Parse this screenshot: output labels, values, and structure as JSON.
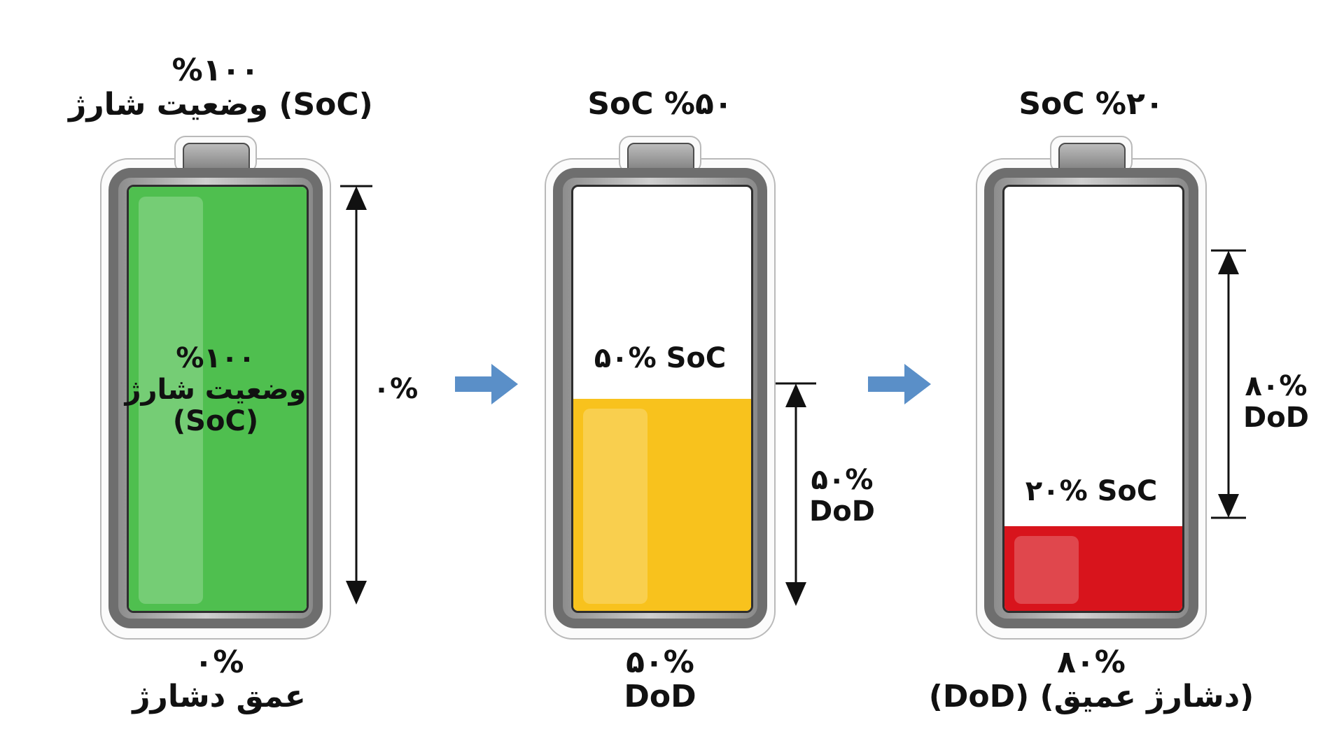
{
  "colors": {
    "green": "#4fbf4f",
    "yellow": "#f8c21d",
    "red": "#d8141c",
    "arrow": "#5a8fc8"
  },
  "icons": {
    "flow_arrow": "right-arrow-icon",
    "dimension": "double-headed-arrow-icon"
  },
  "batteries": [
    {
      "charge_fraction": 1.0,
      "top_label": [
        "%۱۰۰",
        "وضعیت شارژ (SoC)"
      ],
      "inner_label": [
        "%۱۰۰",
        "وضعیت شارژ",
        "(SoC)"
      ],
      "side_label": [
        "۰%"
      ],
      "bottom_label": [
        "۰%",
        "عمق دشارژ"
      ]
    },
    {
      "charge_fraction": 0.5,
      "top_label": [
        "SoC %۵۰"
      ],
      "inner_label": [
        "۵۰% SoC"
      ],
      "side_label": [
        "۵۰%",
        "DoD"
      ],
      "bottom_label": [
        "۵۰%",
        "DoD"
      ]
    },
    {
      "charge_fraction": 0.2,
      "top_label": [
        "SoC %۲۰"
      ],
      "inner_label": [
        "۲۰% SoC"
      ],
      "side_label": [
        "۸۰%",
        "DoD"
      ],
      "bottom_label": [
        "۸۰%",
        "(DoD) (دشارژ عمیق)"
      ]
    }
  ]
}
